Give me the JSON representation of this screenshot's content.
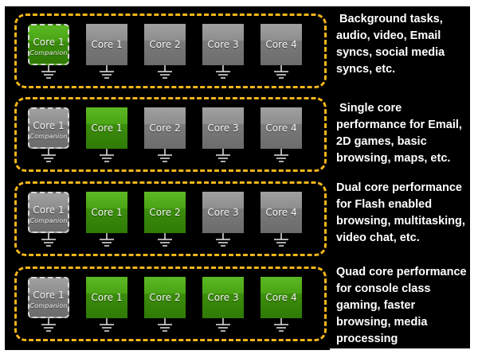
{
  "colors": {
    "background": "#000000",
    "dash_border": "#f2b51b",
    "core_active": "#4aa415",
    "core_inactive": "#8e8e8e"
  },
  "rows": [
    {
      "cores": [
        {
          "label": "Core 1",
          "sublabel": "Companion",
          "state": "on",
          "companion": true
        },
        {
          "label": "Core 1",
          "sublabel": "",
          "state": "off",
          "companion": false
        },
        {
          "label": "Core 2",
          "sublabel": "",
          "state": "off",
          "companion": false
        },
        {
          "label": "Core 3",
          "sublabel": "",
          "state": "off",
          "companion": false
        },
        {
          "label": "Core 4",
          "sublabel": "",
          "state": "off",
          "companion": false
        }
      ],
      "description": " Background tasks, audio, video, Email syncs, social media syncs, etc."
    },
    {
      "cores": [
        {
          "label": "Core 1",
          "sublabel": "Companion",
          "state": "off",
          "companion": true
        },
        {
          "label": "Core 1",
          "sublabel": "",
          "state": "on",
          "companion": false
        },
        {
          "label": "Core 2",
          "sublabel": "",
          "state": "off",
          "companion": false
        },
        {
          "label": "Core 3",
          "sublabel": "",
          "state": "off",
          "companion": false
        },
        {
          "label": "Core 4",
          "sublabel": "",
          "state": "off",
          "companion": false
        }
      ],
      "description": " Single core performance for Email, 2D games, basic browsing, maps, etc."
    },
    {
      "cores": [
        {
          "label": "Core 1",
          "sublabel": "Companion",
          "state": "off",
          "companion": true
        },
        {
          "label": "Core 1",
          "sublabel": "",
          "state": "on",
          "companion": false
        },
        {
          "label": "Core 2",
          "sublabel": "",
          "state": "on",
          "companion": false
        },
        {
          "label": "Core 3",
          "sublabel": "",
          "state": "off",
          "companion": false
        },
        {
          "label": "Core 4",
          "sublabel": "",
          "state": "off",
          "companion": false
        }
      ],
      "description": "Dual core performance for Flash enabled browsing, multitasking, video chat, etc."
    },
    {
      "cores": [
        {
          "label": "Core 1",
          "sublabel": "Companion",
          "state": "off",
          "companion": true
        },
        {
          "label": "Core 1",
          "sublabel": "",
          "state": "on",
          "companion": false
        },
        {
          "label": "Core 2",
          "sublabel": "",
          "state": "on",
          "companion": false
        },
        {
          "label": "Core 3",
          "sublabel": "",
          "state": "on",
          "companion": false
        },
        {
          "label": "Core 4",
          "sublabel": "",
          "state": "on",
          "companion": false
        }
      ],
      "description": "Quad core performance for console class gaming, faster browsing, media processing"
    }
  ]
}
